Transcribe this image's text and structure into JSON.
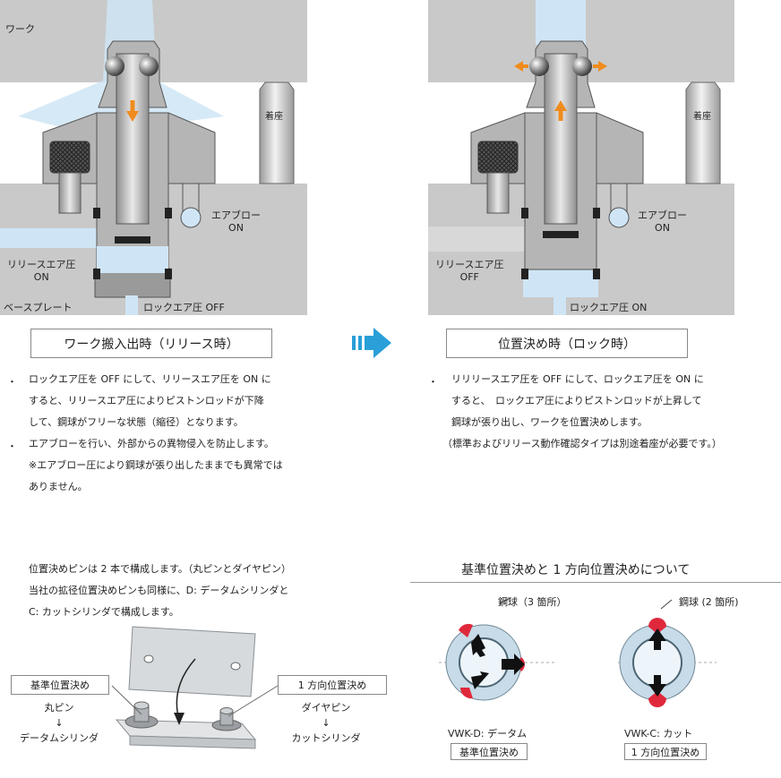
{
  "left_panel": {
    "work_label": "ワーク",
    "seat_label": "着座",
    "airblow_label": "エアブロー",
    "airblow_state": "ON",
    "release_label": "リリースエア圧",
    "release_state": "ON",
    "base_label": "ベースプレート",
    "lock_label": "ロックエア圧 OFF"
  },
  "right_panel": {
    "seat_label": "着座",
    "airblow_label": "エアブロー",
    "airblow_state": "ON",
    "release_label": "リリースエア圧",
    "release_state": "OFF",
    "lock_label": "ロックエア圧 ON"
  },
  "left_title": "ワーク搬入出時（リリース時）",
  "right_title": "位置決め時（ロック時）",
  "left_text": {
    "bullet1": [
      "ロックエア圧を OFF にして、リリースエア圧を ON に",
      "すると、リリースエア圧によりピストンロッドが下降",
      "して、鋼球がフリーな状態（縮径）となります。"
    ],
    "bullet2": [
      "エアブローを行い、外部からの異物侵入を防止します。",
      "※エアブロー圧により鋼球が張り出したままでも異常では",
      "ありません。"
    ]
  },
  "right_text": {
    "bullet1": [
      "リリリースエア圧を OFF にして、ロックエア圧を ON に",
      "すると、　ロックエア圧によりピストンロッドが上昇して",
      "鋼球が張り出し、ワークを位置決めします。"
    ],
    "note": "（標準およびリリース動作確認タイプは別途着座が必要です。）"
  },
  "bullet_mark": "・",
  "bottom_left": {
    "text": [
      "位置決めピンは 2 本で構成します。（丸ピンとダイヤピン）",
      "当社の拡径位置決めピンも同様に、D: データムシリンダと",
      "C: カットシリンダで構成します。"
    ],
    "box_left": "基準位置決め",
    "left_lines": [
      "丸ピン",
      "↓",
      "データムシリンダ"
    ],
    "box_right": "1 方向位置決め",
    "right_lines": [
      "ダイヤピン",
      "↓",
      "カットシリンダ"
    ]
  },
  "bottom_right": {
    "title": "基準位置決めと 1 方向位置決めについて",
    "ball3": "鋼球（3 箇所）",
    "ball2": "鋼球 (2 箇所)",
    "d_label": "VWK-D: データム",
    "d_box": "基準位置決め",
    "c_label": "VWK-C: カット",
    "c_box": "1 方向位置決め"
  },
  "colors": {
    "plate": "#c8c8c8",
    "body": "#b5b5b5",
    "air": "#cfe5f5",
    "arrow": "#f08c1e",
    "blue_arrow": "#2a9fd8",
    "red": "#e0283c"
  }
}
